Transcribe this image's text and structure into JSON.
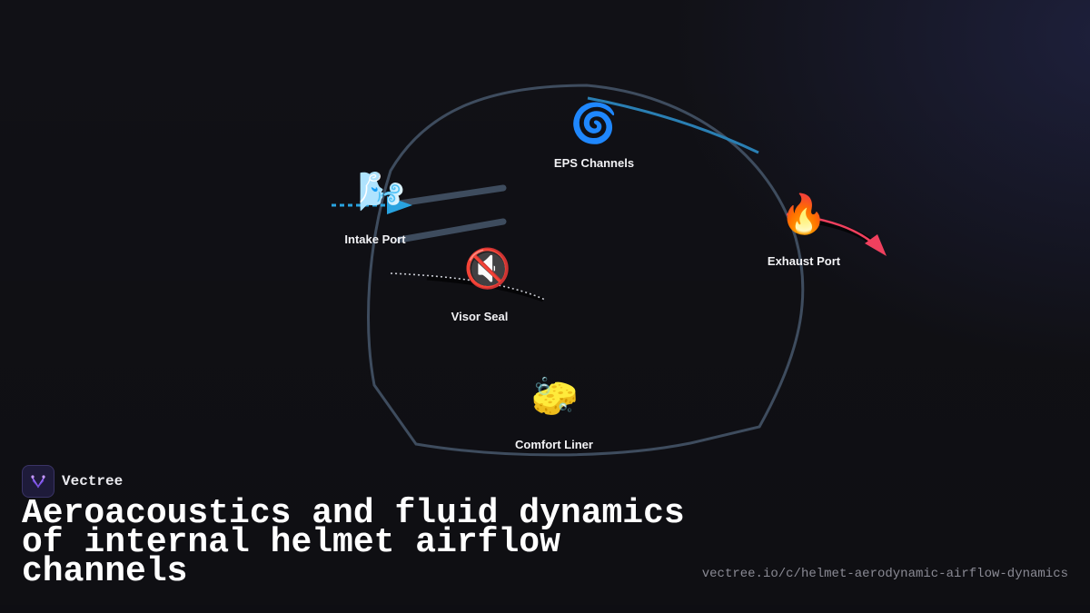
{
  "brand": {
    "name": "Vectree"
  },
  "title": "Aeroacoustics and fluid dynamics of internal helmet airflow channels",
  "url": "vectree.io/c/helmet-aerodynamic-airflow-dynamics",
  "colors": {
    "shell_stroke": "#3e4c5e",
    "eps_channel": "#2a7fb3",
    "intake_flow": "#29a3e0",
    "exhaust_arrow": "#f0405e",
    "visor_seal": "#c9cbd3"
  },
  "nodes": [
    {
      "id": "eps",
      "icon": "🌀",
      "icon_name": "cyclone-icon",
      "label": "EPS Channels"
    },
    {
      "id": "intake",
      "icon": "🌬️",
      "icon_name": "wind-face-icon",
      "label": "Intake Port"
    },
    {
      "id": "exhaust",
      "icon": "🔥",
      "icon_name": "fire-icon",
      "label": "Exhaust Port"
    },
    {
      "id": "visor",
      "icon": "🔇",
      "icon_name": "muted-speaker-icon",
      "label": "Visor Seal"
    },
    {
      "id": "liner",
      "icon": "🧽",
      "icon_name": "sponge-icon",
      "label": "Comfort Liner"
    }
  ]
}
